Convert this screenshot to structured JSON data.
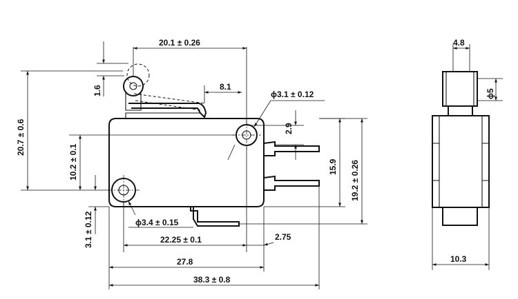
{
  "drawing": {
    "dims": {
      "top_width": "20.1 ± 0.26",
      "roller_offset": "1.6",
      "lever_span": "8.1",
      "mount_hole": "ϕ3.1 ± 0.12",
      "terminal_gap": "2.9",
      "overall_height": "20.7 ± 0.6",
      "hole_height": "10.2 ± 0.1",
      "com_terminal": "15.9",
      "body_height": "19.2 ± 0.26",
      "bottom_hole_offset": "3.1 ± 0.12",
      "hole_dia_lower": "ϕ3.4 ± 0.15",
      "hole_spacing": "22.25 ± 0.1",
      "term_pitch": "2.75",
      "body_length": "27.8",
      "overall_length": "38.3 ± 0.8",
      "shaft_width": "4.8",
      "shaft_dia": "ϕ5",
      "side_width": "10.3"
    }
  }
}
